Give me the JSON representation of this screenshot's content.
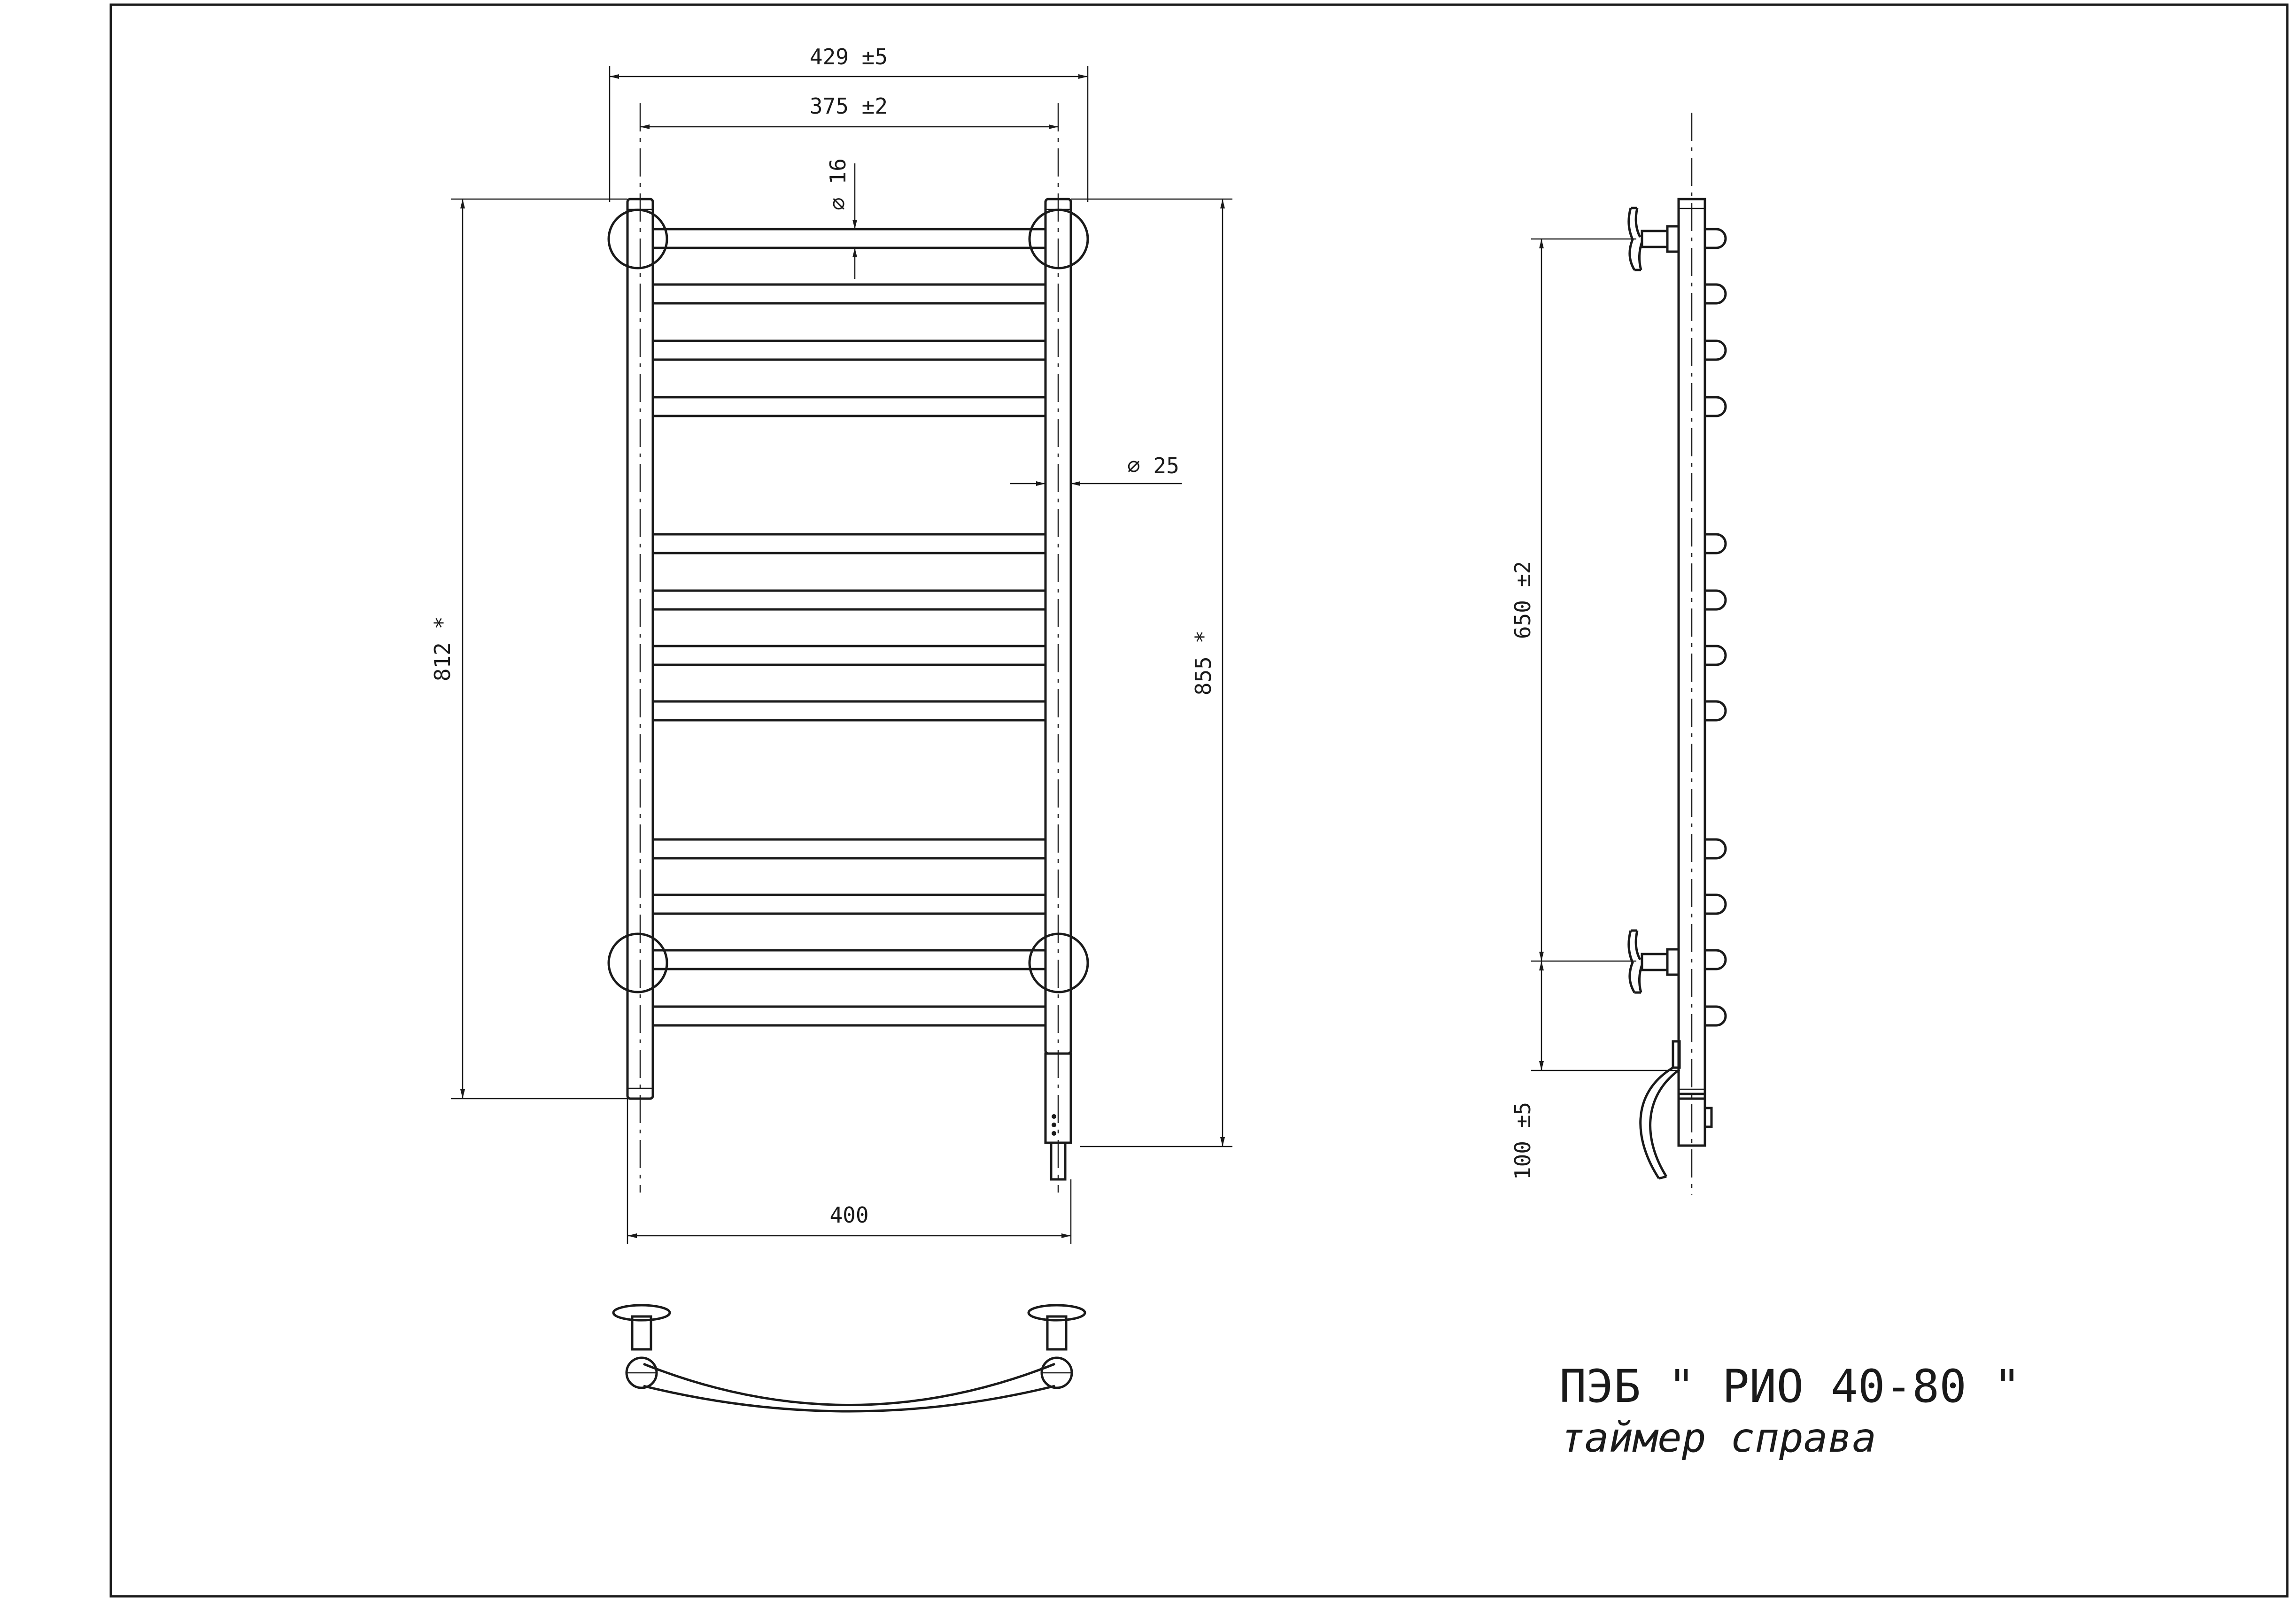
{
  "dimensions": {
    "overall_width": "429  ±5",
    "pipe_spacing": "375  ±2",
    "rung_diameter": "∅ 16",
    "pipe_diameter": "∅ 25",
    "left_height": "812 *",
    "right_height": "855 *",
    "bottom_width": "400",
    "mount_spacing": "650  ±2",
    "bottom_offset": "100  ±5"
  },
  "title": {
    "model": "ПЭБ \" РИО 40-80 \"",
    "note": "таймер справа"
  }
}
